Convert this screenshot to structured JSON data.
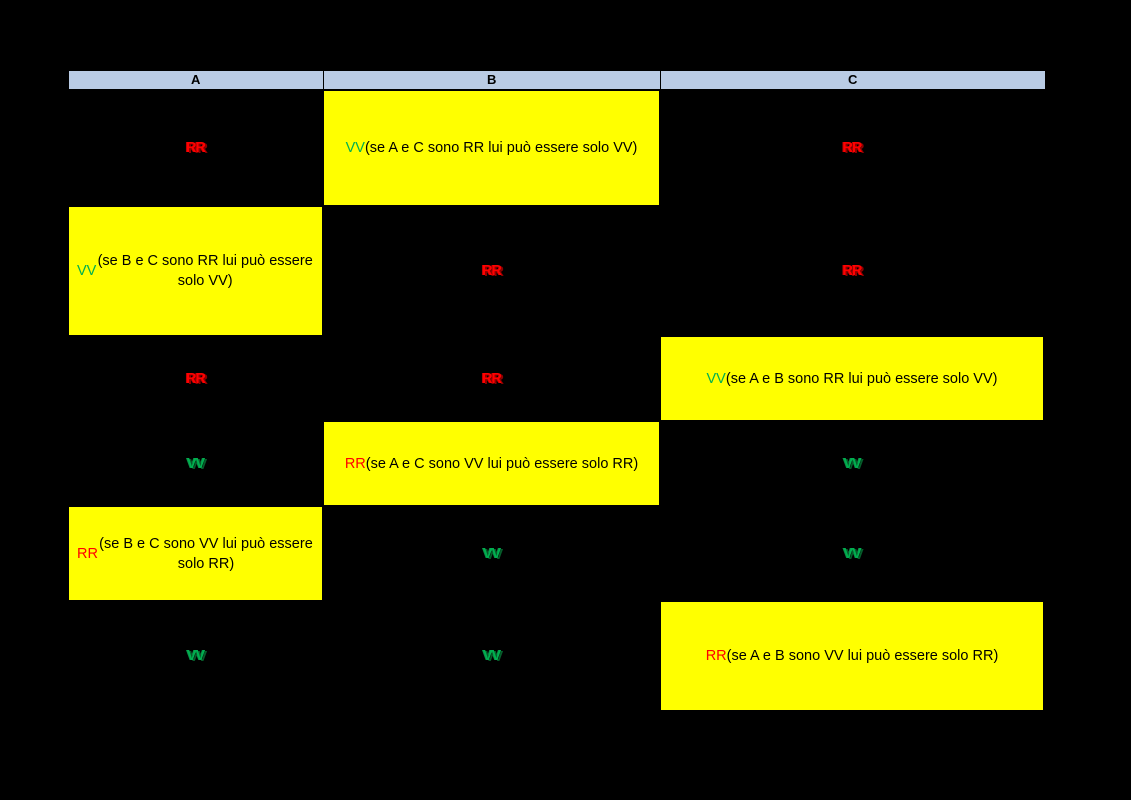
{
  "table": {
    "columns": [
      {
        "id": "A",
        "label": "A"
      },
      {
        "id": "B",
        "label": "B"
      },
      {
        "id": "C",
        "label": "C"
      }
    ],
    "colors": {
      "header_background": "#b9cbe4",
      "highlight_background": "#ffff00",
      "page_background": "#000000",
      "allele_r_color": "#ff0000",
      "allele_v_color": "#00b050",
      "note_text_color": "#000000"
    },
    "rows": [
      {
        "index": 1,
        "cells": [
          {
            "column": "A",
            "highlight": false,
            "token": "RR",
            "token_type": "R",
            "note": ""
          },
          {
            "column": "B",
            "highlight": true,
            "token": "VV",
            "token_type": "V",
            "note": " (se A e C sono RR lui può essere solo VV)"
          },
          {
            "column": "C",
            "highlight": false,
            "token": "RR",
            "token_type": "R",
            "note": ""
          }
        ]
      },
      {
        "index": 2,
        "cells": [
          {
            "column": "A",
            "highlight": true,
            "token": "VV",
            "token_type": "V",
            "note": " (se B e C sono RR lui può essere solo VV)"
          },
          {
            "column": "B",
            "highlight": false,
            "token": "RR",
            "token_type": "R",
            "note": ""
          },
          {
            "column": "C",
            "highlight": false,
            "token": "RR",
            "token_type": "R",
            "note": ""
          }
        ]
      },
      {
        "index": 3,
        "cells": [
          {
            "column": "A",
            "highlight": false,
            "token": "RR",
            "token_type": "R",
            "note": ""
          },
          {
            "column": "B",
            "highlight": false,
            "token": "RR",
            "token_type": "R",
            "note": ""
          },
          {
            "column": "C",
            "highlight": true,
            "token": "VV",
            "token_type": "V",
            "note": "  (se A e B sono RR lui può essere solo VV)"
          }
        ]
      },
      {
        "index": 4,
        "cells": [
          {
            "column": "A",
            "highlight": false,
            "token": "VV",
            "token_type": "V",
            "note": ""
          },
          {
            "column": "B",
            "highlight": true,
            "token": "RR",
            "token_type": "R",
            "note": " (se A e C sono VV lui può essere solo RR)"
          },
          {
            "column": "C",
            "highlight": false,
            "token": "VV",
            "token_type": "V",
            "note": ""
          }
        ]
      },
      {
        "index": 5,
        "cells": [
          {
            "column": "A",
            "highlight": true,
            "token": "RR",
            "token_type": "R",
            "note": " (se B e C sono VV lui può essere solo RR)"
          },
          {
            "column": "B",
            "highlight": false,
            "token": "VV",
            "token_type": "V",
            "note": ""
          },
          {
            "column": "C",
            "highlight": false,
            "token": "VV",
            "token_type": "V",
            "note": ""
          }
        ]
      },
      {
        "index": 6,
        "cells": [
          {
            "column": "A",
            "highlight": false,
            "token": "VV",
            "token_type": "V",
            "note": ""
          },
          {
            "column": "B",
            "highlight": false,
            "token": "VV",
            "token_type": "V",
            "note": ""
          },
          {
            "column": "C",
            "highlight": true,
            "token": "RR",
            "token_type": "R",
            "note": " (se A e B sono VV lui può essere solo RR)"
          }
        ]
      }
    ]
  }
}
